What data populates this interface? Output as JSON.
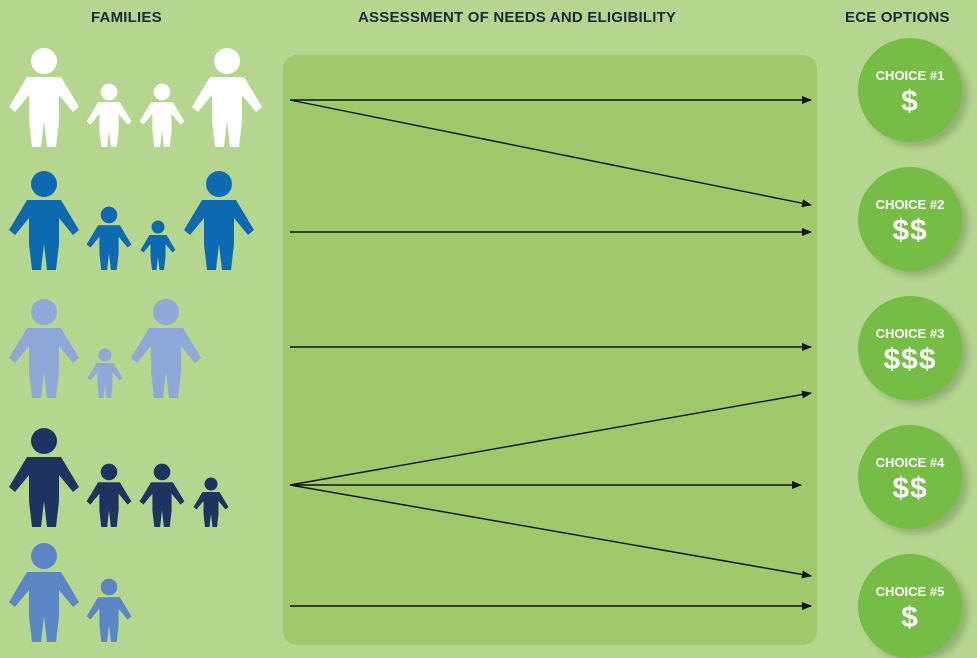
{
  "headers": {
    "families": "FAMILIES",
    "assessment": "ASSESSMENT OF NEEDS AND ELIGIBILITY",
    "ece_options": "ECE OPTIONS"
  },
  "families": [
    {
      "name": "family-1",
      "color": "#ffffff",
      "members": [
        "adult",
        "child",
        "child",
        "adult"
      ]
    },
    {
      "name": "family-2",
      "color": "#0d6ab1",
      "members": [
        "adult",
        "child",
        "small-child",
        "adult"
      ]
    },
    {
      "name": "family-3",
      "color": "#8fa8d8",
      "members": [
        "adult",
        "small-child",
        "adult"
      ]
    },
    {
      "name": "family-4",
      "color": "#1e3460",
      "members": [
        "adult",
        "child",
        "child",
        "small-child"
      ]
    },
    {
      "name": "family-5",
      "color": "#5b86c5",
      "members": [
        "adult",
        "child"
      ]
    }
  ],
  "choices": [
    {
      "label": "CHOICE #1",
      "price": "$"
    },
    {
      "label": "CHOICE #2",
      "price": "$$"
    },
    {
      "label": "CHOICE #3",
      "price": "$$$"
    },
    {
      "label": "CHOICE #4",
      "price": "$$"
    },
    {
      "label": "CHOICE #5",
      "price": "$"
    }
  ],
  "connections": [
    {
      "family": 1,
      "choice": 1
    },
    {
      "family": 1,
      "choice": 2
    },
    {
      "family": 2,
      "choice": 2
    },
    {
      "family": 3,
      "choice": 3
    },
    {
      "family": 4,
      "choice": 3
    },
    {
      "family": 4,
      "choice": 4
    },
    {
      "family": 4,
      "choice": 5
    },
    {
      "family": 5,
      "choice": 5
    }
  ],
  "colors": {
    "background": "#b5d68e",
    "panel": "#9fc96a",
    "choice_circle": "#76bd45",
    "arrow": "#111111"
  }
}
